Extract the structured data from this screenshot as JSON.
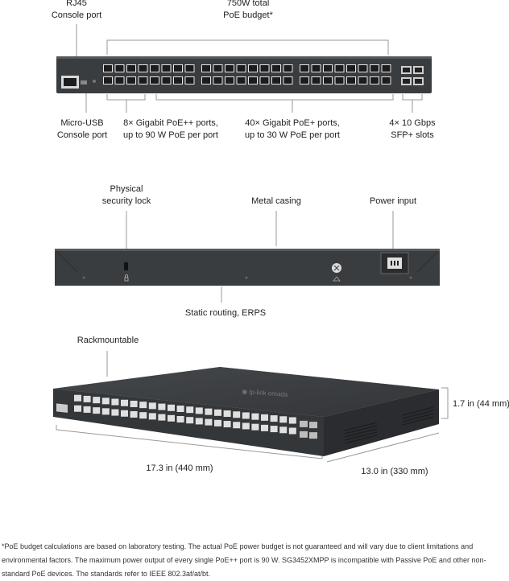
{
  "front": {
    "rj45_label": [
      "RJ45",
      "Console port"
    ],
    "poe_budget_label": [
      "750W total",
      "PoE budget*"
    ],
    "usb_label": [
      "Micro-USB",
      "Console port"
    ],
    "poepp_label": [
      "8× Gigabit PoE++ ports,",
      "up to 90 W PoE per port"
    ],
    "poep_label": [
      "40× Gigabit PoE+ ports,",
      "up to 30 W PoE per port"
    ],
    "sfp_label": [
      "4× 10 Gbps",
      "SFP+ slots"
    ]
  },
  "rear": {
    "lock_label": [
      "Physical",
      "security lock"
    ],
    "casing_label": "Metal casing",
    "power_label": "Power input",
    "routing_label": "Static routing, ERPS"
  },
  "persp": {
    "rack_label": "Rackmountable",
    "height_label": "1.7 in (44 mm)",
    "width_label": "17.3 in (440 mm)",
    "depth_label": "13.0 in (330 mm)"
  },
  "footnote": "*PoE budget calculations are based on laboratory testing. The actual PoE power budget is not guaranteed and will vary due to client limitations and environmental factors. The maximum power output of every single PoE++ port is 90 W. SG3452XMPP is incompatible with Passive PoE and other non-standard PoE devices. The standards refer to IEEE 802.3af/at/bt.",
  "colors": {
    "chassis": "#3a3d40",
    "chassis_dark": "#2b2d30",
    "port": "#1c1c1c",
    "line": "#999999"
  }
}
